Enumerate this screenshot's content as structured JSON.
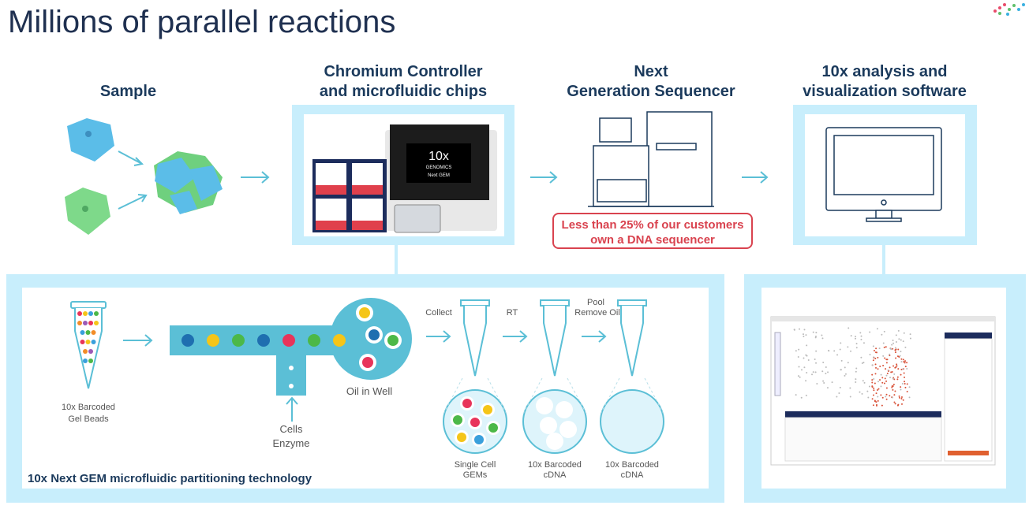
{
  "title": "Millions of parallel reactions",
  "steps": {
    "sample": "Sample",
    "chromium_1": "Chromium Controller",
    "chromium_2": "and microfluidic chips",
    "sequencer_1": "Next",
    "sequencer_2": "Generation Sequencer",
    "software_1": "10x analysis and",
    "software_2": "visualization software"
  },
  "instrument": {
    "brand_1": "10x",
    "brand_2": "GENOMICS",
    "model": "Next GEM"
  },
  "note": {
    "line1": "Less than 25% of our customers",
    "line2": "own a DNA sequencer"
  },
  "partitioning": {
    "caption": "10x Next GEM microfluidic partitioning technology",
    "beads_1": "10x Barcoded",
    "beads_2": "Gel Beads",
    "cells_1": "Cells",
    "cells_2": "Enzyme",
    "oil": "Oil in Well",
    "collect": "Collect",
    "rt": "RT",
    "pool_1": "Pool",
    "pool_2": "Remove Oil",
    "gems_1": "Single Cell",
    "gems_2": "GEMs",
    "cdna1_1": "10x Barcoded",
    "cdna1_2": "cDNA",
    "cdna2_1": "10x Barcoded",
    "cdna2_2": "cDNA"
  },
  "colors": {
    "light_blue": "#c8eefc",
    "navy": "#1b3a5c",
    "red": "#d9434f",
    "arrow": "#5bbfd6"
  }
}
